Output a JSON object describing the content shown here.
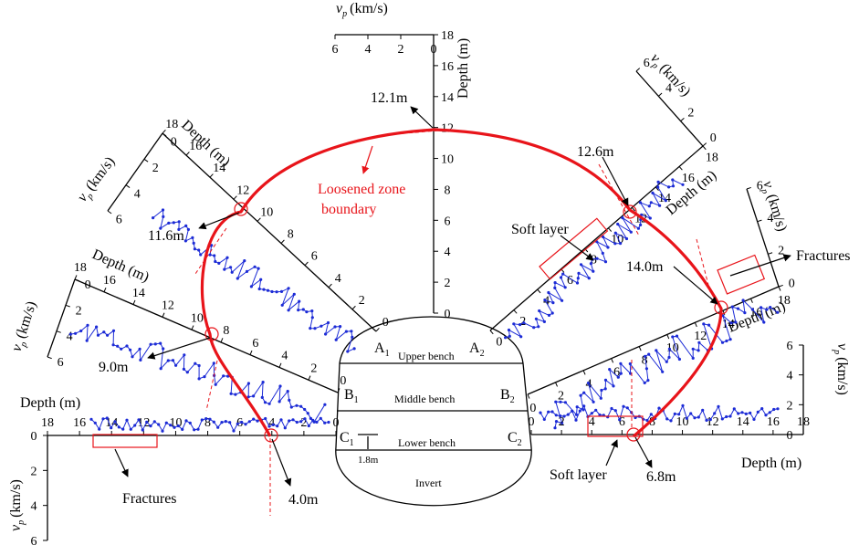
{
  "diagram": {
    "axis_labels": {
      "depth": "Depth (m)",
      "velocity": "(km/s)",
      "vp": "v",
      "vp_sub": "p"
    },
    "zone": {
      "boundary_line1": "Loosened zone",
      "boundary_line2": "boundary",
      "color": "#e8141a"
    },
    "series_color": "#1c2bd6",
    "tunnel": {
      "benches": [
        "Upper bench",
        "Middle bench",
        "Lower bench",
        "Invert"
      ],
      "points": [
        {
          "letter": "A",
          "sub": "1"
        },
        {
          "letter": "A",
          "sub": "2"
        },
        {
          "letter": "B",
          "sub": "1"
        },
        {
          "letter": "B",
          "sub": "2"
        },
        {
          "letter": "C",
          "sub": "1"
        },
        {
          "letter": "C",
          "sub": "2"
        }
      ],
      "offset": "1.8m"
    },
    "annotations": {
      "top": "12.1m",
      "upper_left": "11.6m",
      "mid_left": "9.0m",
      "low_left": "4.0m",
      "upper_right": "12.6m",
      "mid_right": "14.0m",
      "low_right": "6.8m",
      "soft_layer_1": "Soft layer",
      "soft_layer_2": "Soft layer",
      "fractures_1": "Fractures",
      "fractures_2": "Fractures"
    },
    "ticks": {
      "top_depth": [
        "0",
        "2",
        "4",
        "6",
        "8",
        "10",
        "12",
        "14",
        "16",
        "18"
      ],
      "top_vp": [
        "0",
        "2",
        "4",
        "6"
      ],
      "depth_0_to_18": [
        "0",
        "2",
        "4",
        "6",
        "8",
        "10",
        "12",
        "14",
        "16",
        "18"
      ],
      "depth_odd": [
        "0",
        "2",
        "4",
        "6",
        "8",
        "10",
        "12",
        "14",
        "16"
      ],
      "vp": [
        "0",
        "2",
        "4",
        "6"
      ]
    }
  }
}
